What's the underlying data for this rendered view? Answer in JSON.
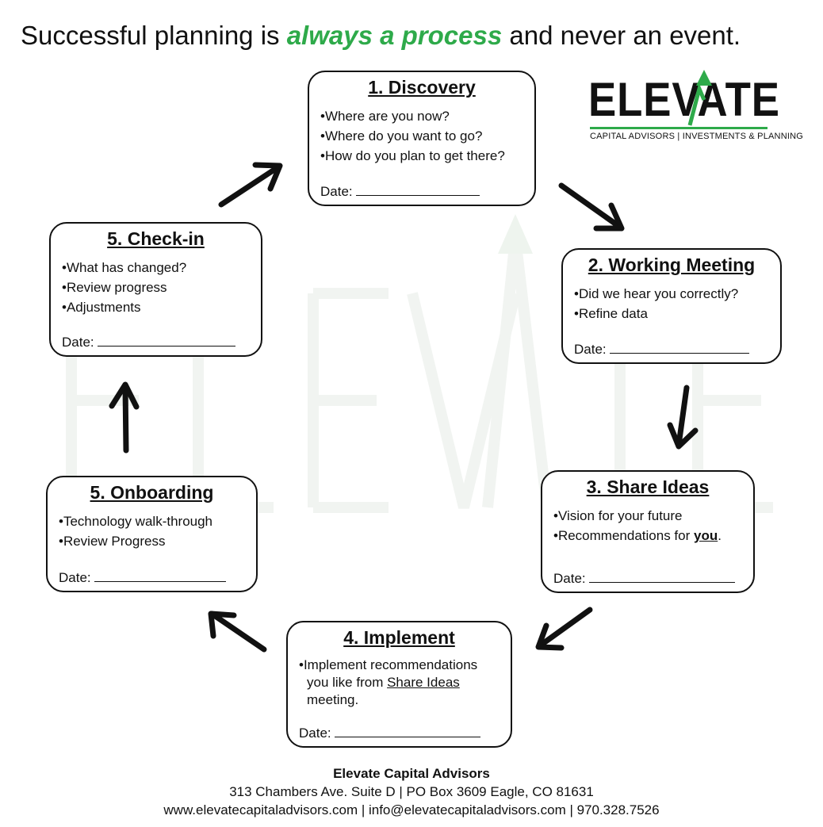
{
  "headline": {
    "before": "Successful planning is ",
    "accent": "always a process",
    "after": " and never an event."
  },
  "logo": {
    "word": "ELEVATE",
    "tagline": "CAPITAL ADVISORS | INVESTMENTS & PLANNING"
  },
  "steps": {
    "discovery": {
      "title": "1. Discovery",
      "items": [
        "Where are you now?",
        "Where do you want to go?",
        "How do you plan to get there?"
      ],
      "date_label": "Date:"
    },
    "working_meeting": {
      "title": "2. Working Meeting",
      "items": [
        "Did we hear you correctly?",
        "Refine data"
      ],
      "date_label": "Date:"
    },
    "share_ideas": {
      "title": "3. Share Ideas",
      "items": [
        "Vision for your future"
      ],
      "rec_prefix": "Recommendations for ",
      "rec_emphasis": "you",
      "rec_suffix": ".",
      "date_label": "Date:"
    },
    "implement": {
      "title": "4. Implement",
      "item_prefix": "Implement recommendations you like from ",
      "item_link": "Share Ideas",
      "item_suffix": " meeting.",
      "date_label": "Date:"
    },
    "onboarding": {
      "title": "5. Onboarding",
      "items": [
        "Technology walk-through",
        "Review Progress"
      ],
      "date_label": "Date:"
    },
    "check_in": {
      "title": "5. Check-in",
      "items": [
        "What has changed?",
        "Review progress",
        "Adjustments"
      ],
      "date_label": "Date:"
    }
  },
  "footer": {
    "company": "Elevate Capital Advisors",
    "address": "313 Chambers Ave. Suite D | PO Box 3609 Eagle, CO 81631",
    "contact": "www.elevatecapitaladvisors.com | info@elevatecapitaladvisors.com | 970.328.7526"
  },
  "colors": {
    "accent": "#2eaa4a",
    "text": "#111111",
    "watermark": "#f3f6f3"
  }
}
